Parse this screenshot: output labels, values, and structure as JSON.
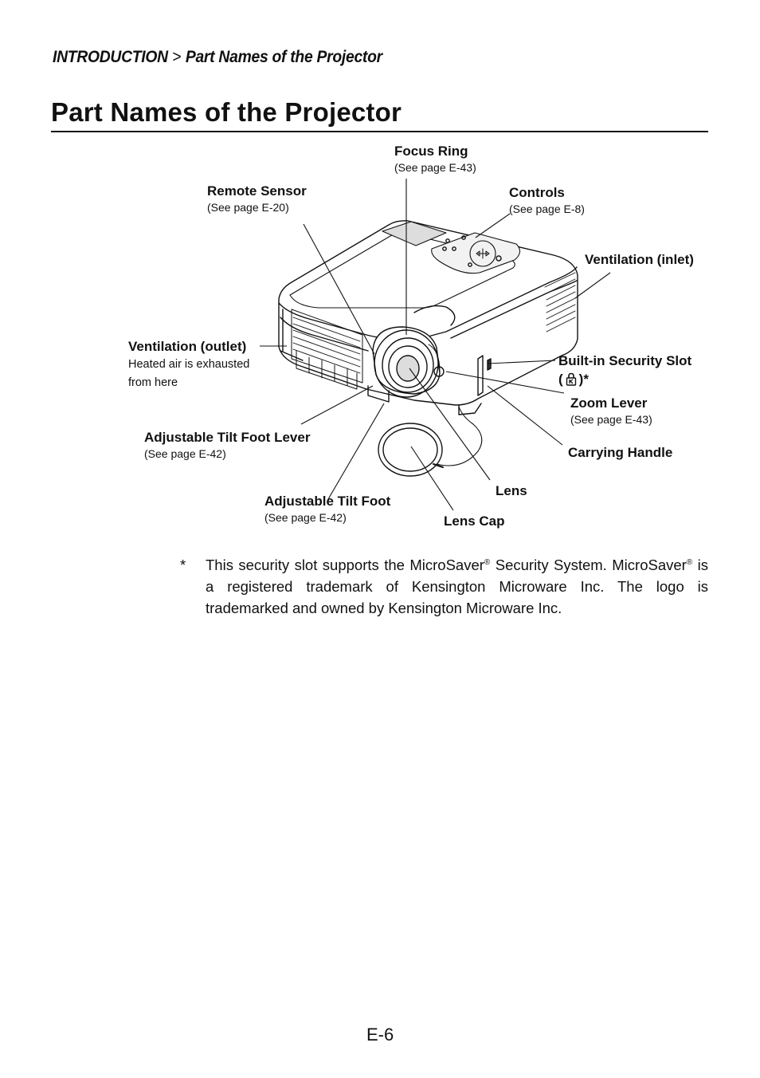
{
  "header": {
    "section": "INTRODUCTION",
    "separator": ">",
    "subsection": "Part Names of the Projector"
  },
  "page_title": "Part Names of the Projector",
  "diagram": {
    "focus_ring": {
      "name": "Focus Ring",
      "ref": "(See page E-43)"
    },
    "remote_sensor": {
      "name": "Remote Sensor",
      "ref": "(See page E-20)"
    },
    "controls": {
      "name": "Controls",
      "ref": "(See page E-8)"
    },
    "ventilation_inlet": {
      "name": "Ventilation (inlet)"
    },
    "ventilation_outlet": {
      "name": "Ventilation (outlet)",
      "desc_line1": "Heated air is exhausted",
      "desc_line2": "from here"
    },
    "security_slot": {
      "name": "Built-in Security Slot",
      "open": "(",
      "close": ")*"
    },
    "zoom_lever": {
      "name": "Zoom Lever",
      "ref": "(See page E-43)"
    },
    "tilt_foot_lever": {
      "name": "Adjustable Tilt Foot Lever",
      "ref": "(See page E-42)"
    },
    "carrying_handle": {
      "name": "Carrying Handle"
    },
    "lens": {
      "name": "Lens"
    },
    "tilt_foot": {
      "name": "Adjustable Tilt Foot",
      "ref": "(See page E-42)"
    },
    "lens_cap": {
      "name": "Lens Cap"
    }
  },
  "footnote": {
    "marker": "*",
    "part1": "This security slot supports the MicroSaver",
    "reg": "®",
    "part2": " Security System. MicroSaver",
    "part3": " is a registered trademark of Kensington Microware Inc. The logo is trademarked and owned by Kensington Microware Inc."
  },
  "page_number": "E-6"
}
